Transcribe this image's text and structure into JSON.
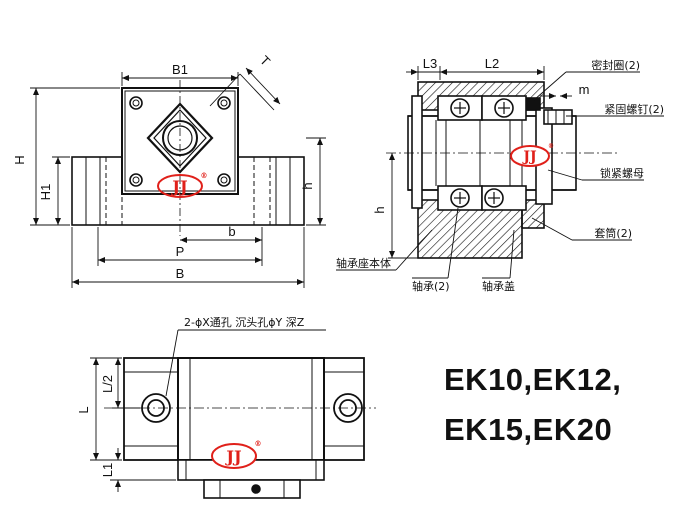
{
  "models": [
    "EK10,EK12,",
    "EK15,EK20"
  ],
  "front_view": {
    "labels": {
      "B1": "B1",
      "T": "T",
      "H": "H",
      "H1": "H1",
      "h": "h",
      "b": "b",
      "P": "P",
      "B": "B"
    }
  },
  "section_view": {
    "labels": {
      "L3": "L3",
      "L2": "L2",
      "m": "m",
      "h": "h"
    },
    "callouts": {
      "seal": "密封圈(2)",
      "set_screw": "紧固螺钉(2)",
      "lock_nut": "锁紧螺母",
      "collar": "套筒(2)",
      "housing": "轴承座本体",
      "bearing": "轴承(2)",
      "cover": "轴承盖"
    }
  },
  "top_view": {
    "hole_note": "2-ϕX通孔 沉头孔ϕY 深Z",
    "labels": {
      "L2_half": "L/2",
      "L": "L",
      "L1": "L1"
    }
  },
  "logo": {
    "text": "JJ",
    "mark": "®",
    "color": "#e0201a"
  }
}
